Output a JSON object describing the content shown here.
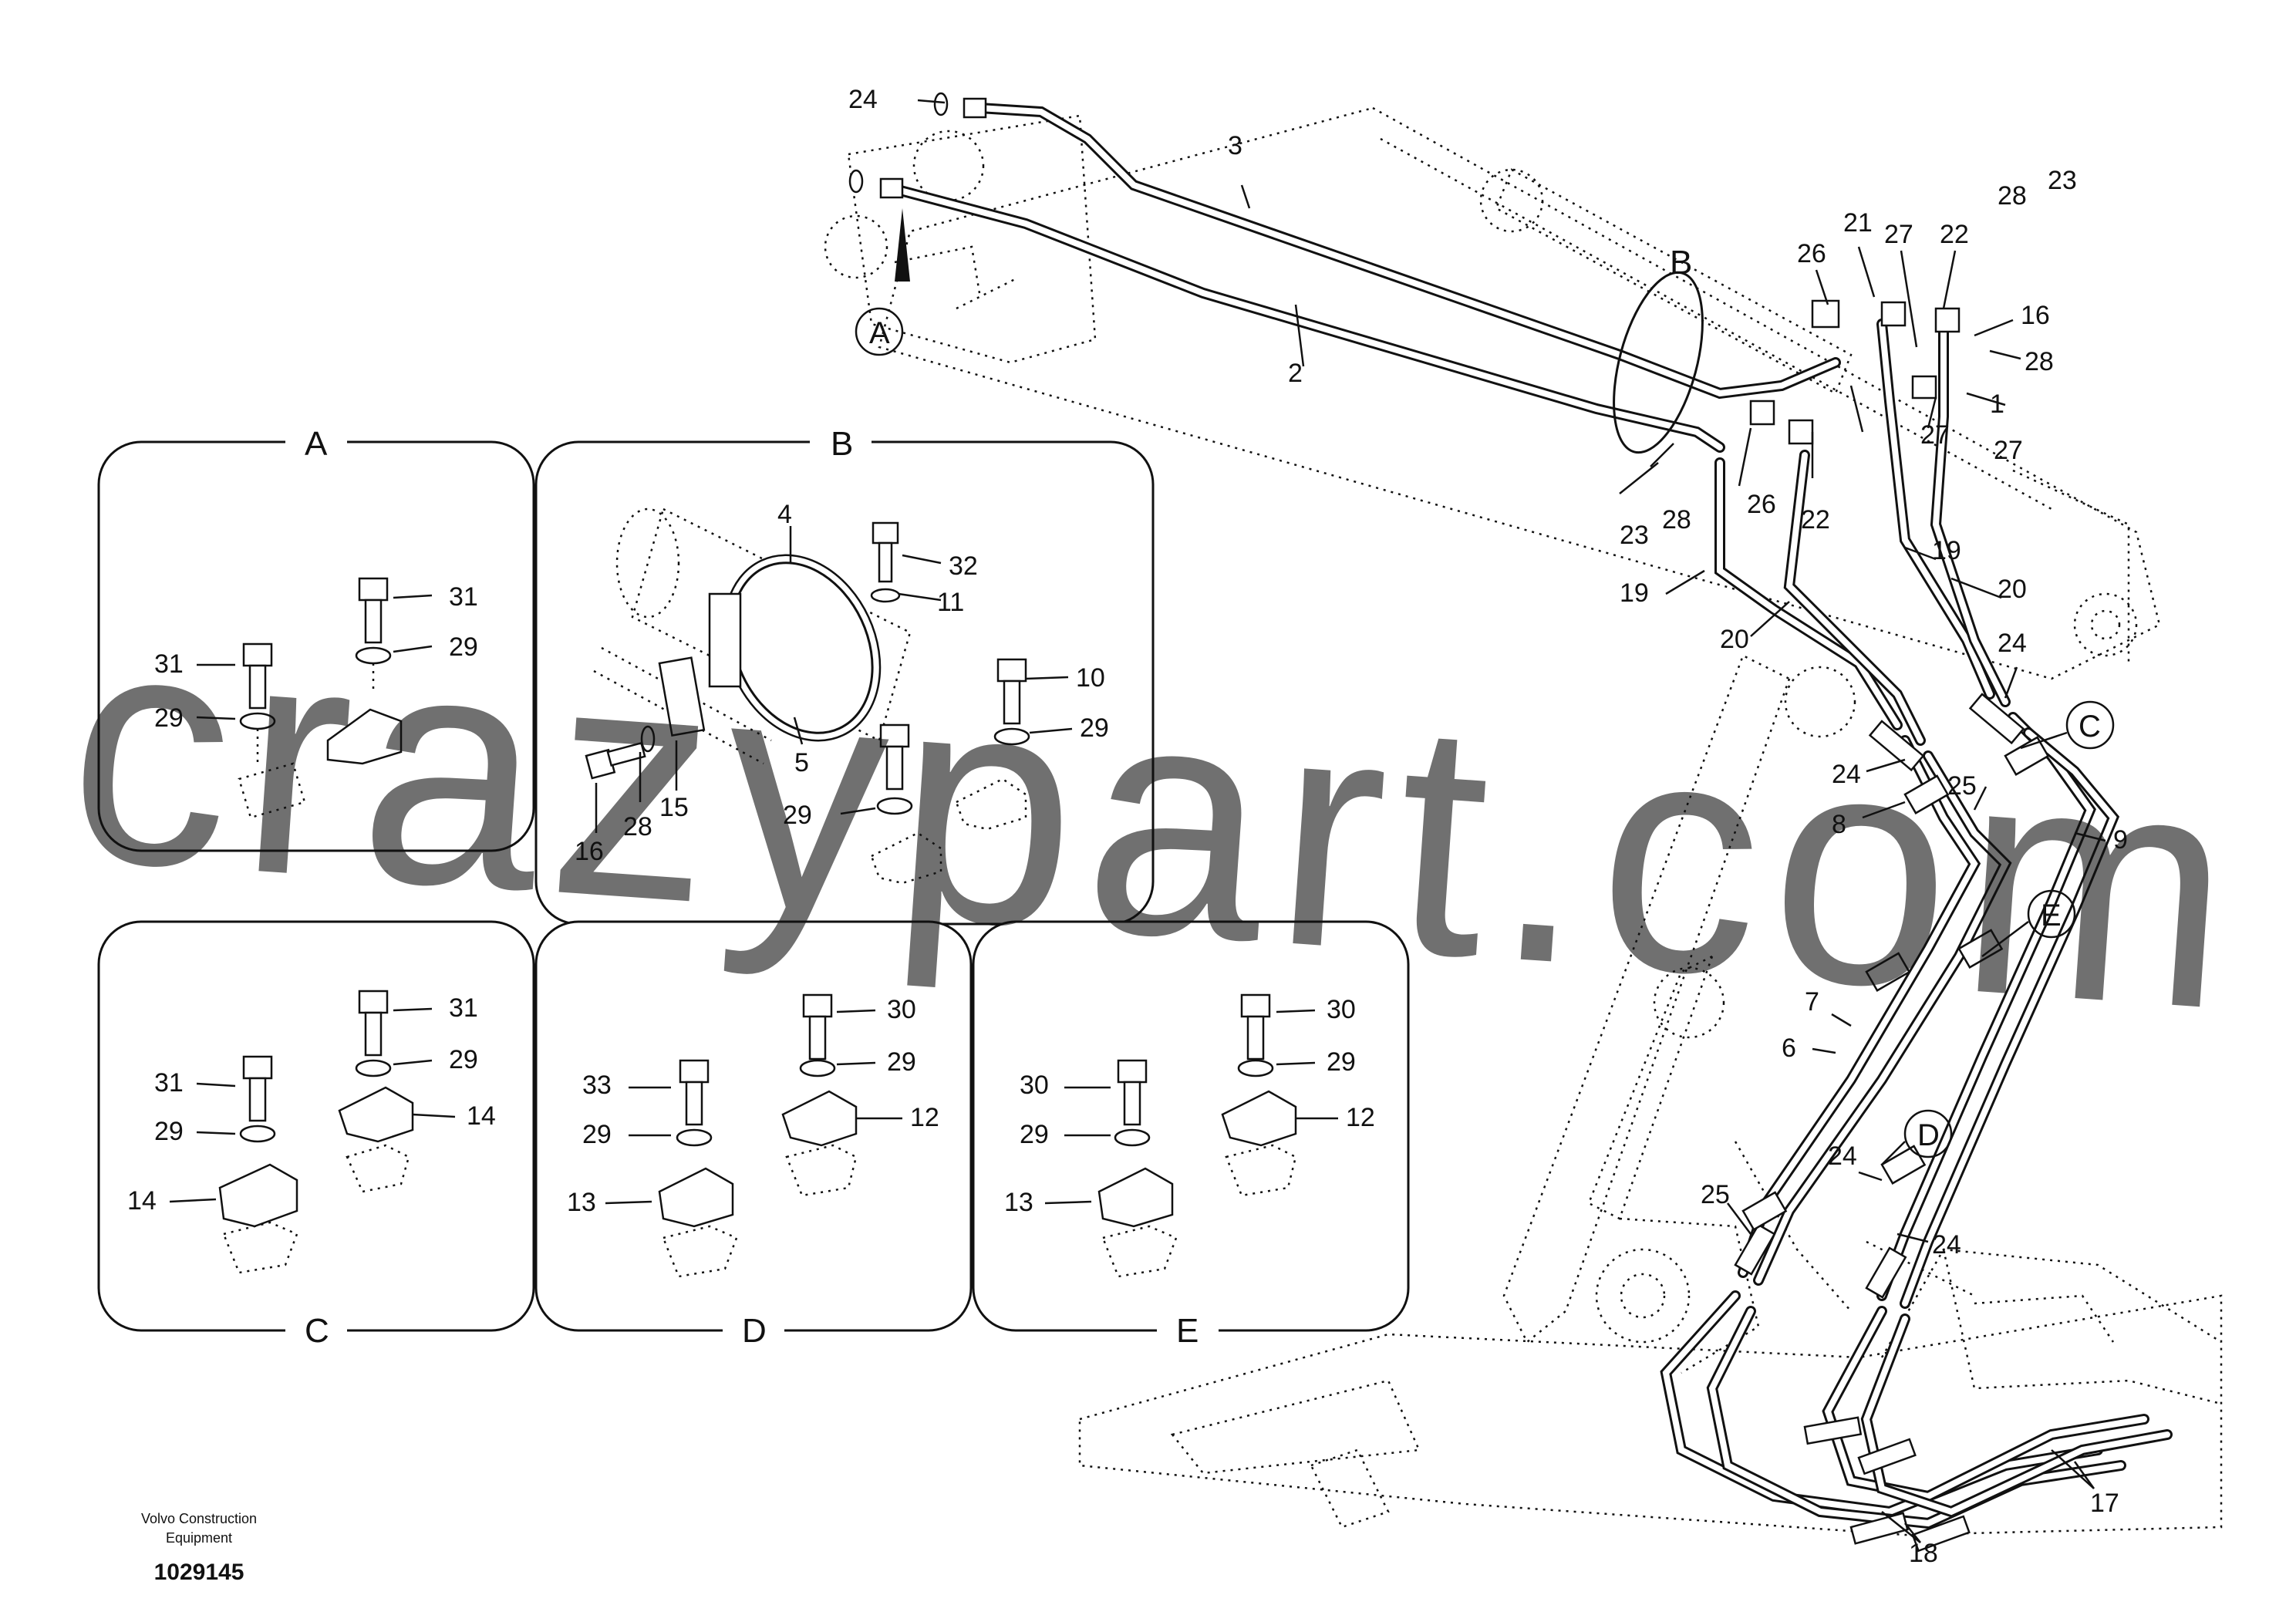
{
  "watermark": "crazypart.com",
  "corner": {
    "company_line1": "Volvo Construction",
    "company_line2": "Equipment",
    "drawing_number": "1029145"
  },
  "main_view": {
    "callouts": [
      "24",
      "3",
      "2",
      "21",
      "26",
      "27",
      "22",
      "28",
      "23",
      "16",
      "28",
      "1",
      "27",
      "27",
      "23",
      "28",
      "26",
      "22",
      "19",
      "20",
      "19",
      "20",
      "24",
      "24",
      "25",
      "8",
      "9",
      "7",
      "6",
      "24",
      "25",
      "24",
      "17",
      "18"
    ],
    "circle_labels": [
      "A",
      "B",
      "C",
      "E",
      "D"
    ]
  },
  "detail_panels": {
    "A": {
      "title": "A",
      "callouts": [
        "31",
        "29",
        "31",
        "29"
      ]
    },
    "B": {
      "title": "B",
      "callouts": [
        "4",
        "32",
        "11",
        "10",
        "29",
        "5",
        "15",
        "28",
        "16",
        "29"
      ]
    },
    "C": {
      "title": "C",
      "callouts": [
        "31",
        "29",
        "31",
        "14",
        "29",
        "14"
      ]
    },
    "D": {
      "title": "D",
      "callouts": [
        "30",
        "29",
        "33",
        "12",
        "29",
        "13"
      ]
    },
    "E": {
      "title": "E",
      "callouts": [
        "30",
        "29",
        "30",
        "12",
        "29",
        "13"
      ]
    }
  }
}
